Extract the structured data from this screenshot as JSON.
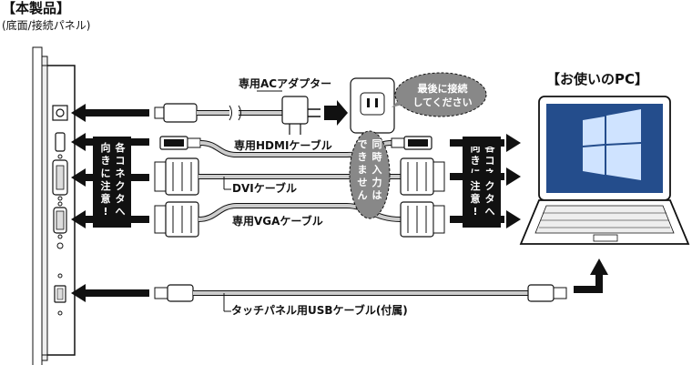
{
  "product": {
    "title": "【本製品】",
    "subtitle": "(底面/接続パネル)"
  },
  "pc": {
    "title": "【お使いのPC】"
  },
  "cables": {
    "ac_adapter": "専用ACアダプター",
    "hdmi": "専用HDMIケーブル",
    "dvi": "DVIケーブル",
    "vga": "専用VGAケーブル",
    "usb": "タッチパネル用USBケーブル(付属)"
  },
  "notes": {
    "connect_last": "最後に接続\nしてください",
    "no_simultaneous_input": "同時入力は\nできません",
    "orientation_left": "各コネクタへ\n向きに注意!",
    "orientation_right": "各コネクタへ\n向きに注意!"
  },
  "colors": {
    "ink": "#111111",
    "bubble": "#888888",
    "cable": "#cfcfcf",
    "screen": "#1a3a6e"
  }
}
